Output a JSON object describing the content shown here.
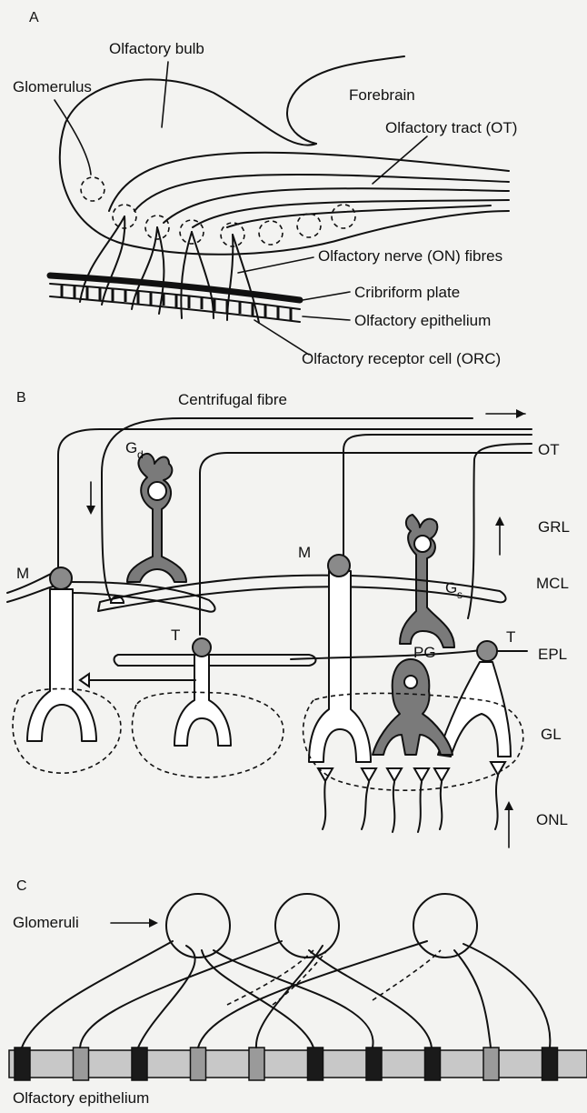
{
  "panelA": {
    "letter": "A",
    "labels": {
      "olfactory_bulb": "Olfactory bulb",
      "glomerulus": "Glomerulus",
      "forebrain": "Forebrain",
      "olfactory_tract": "Olfactory tract (OT)",
      "nerve_fibres": "Olfactory nerve (ON) fibres",
      "cribriform": "Cribriform plate",
      "epithelium": "Olfactory epithelium",
      "receptor_cell": "Olfactory receptor cell (ORC)"
    }
  },
  "panelB": {
    "letter": "B",
    "labels": {
      "centrifugal": "Centrifugal fibre",
      "ot": "OT",
      "grl": "GRL",
      "mcl": "MCL",
      "epl": "EPL",
      "gl": "GL",
      "onl": "ONL",
      "m_left": "M",
      "m_right": "M",
      "t_left": "T",
      "t_right": "T",
      "g_base": "G",
      "g_d_sub": "d",
      "g_s_sub": "s",
      "pg": "PG"
    }
  },
  "panelC": {
    "letter": "C",
    "labels": {
      "glomeruli": "Glomeruli",
      "epithelium": "Olfactory epithelium"
    },
    "receptor_shades": [
      "dark",
      "light",
      "dark",
      "light",
      "light",
      "dark",
      "dark",
      "dark",
      "light",
      "dark"
    ]
  }
}
